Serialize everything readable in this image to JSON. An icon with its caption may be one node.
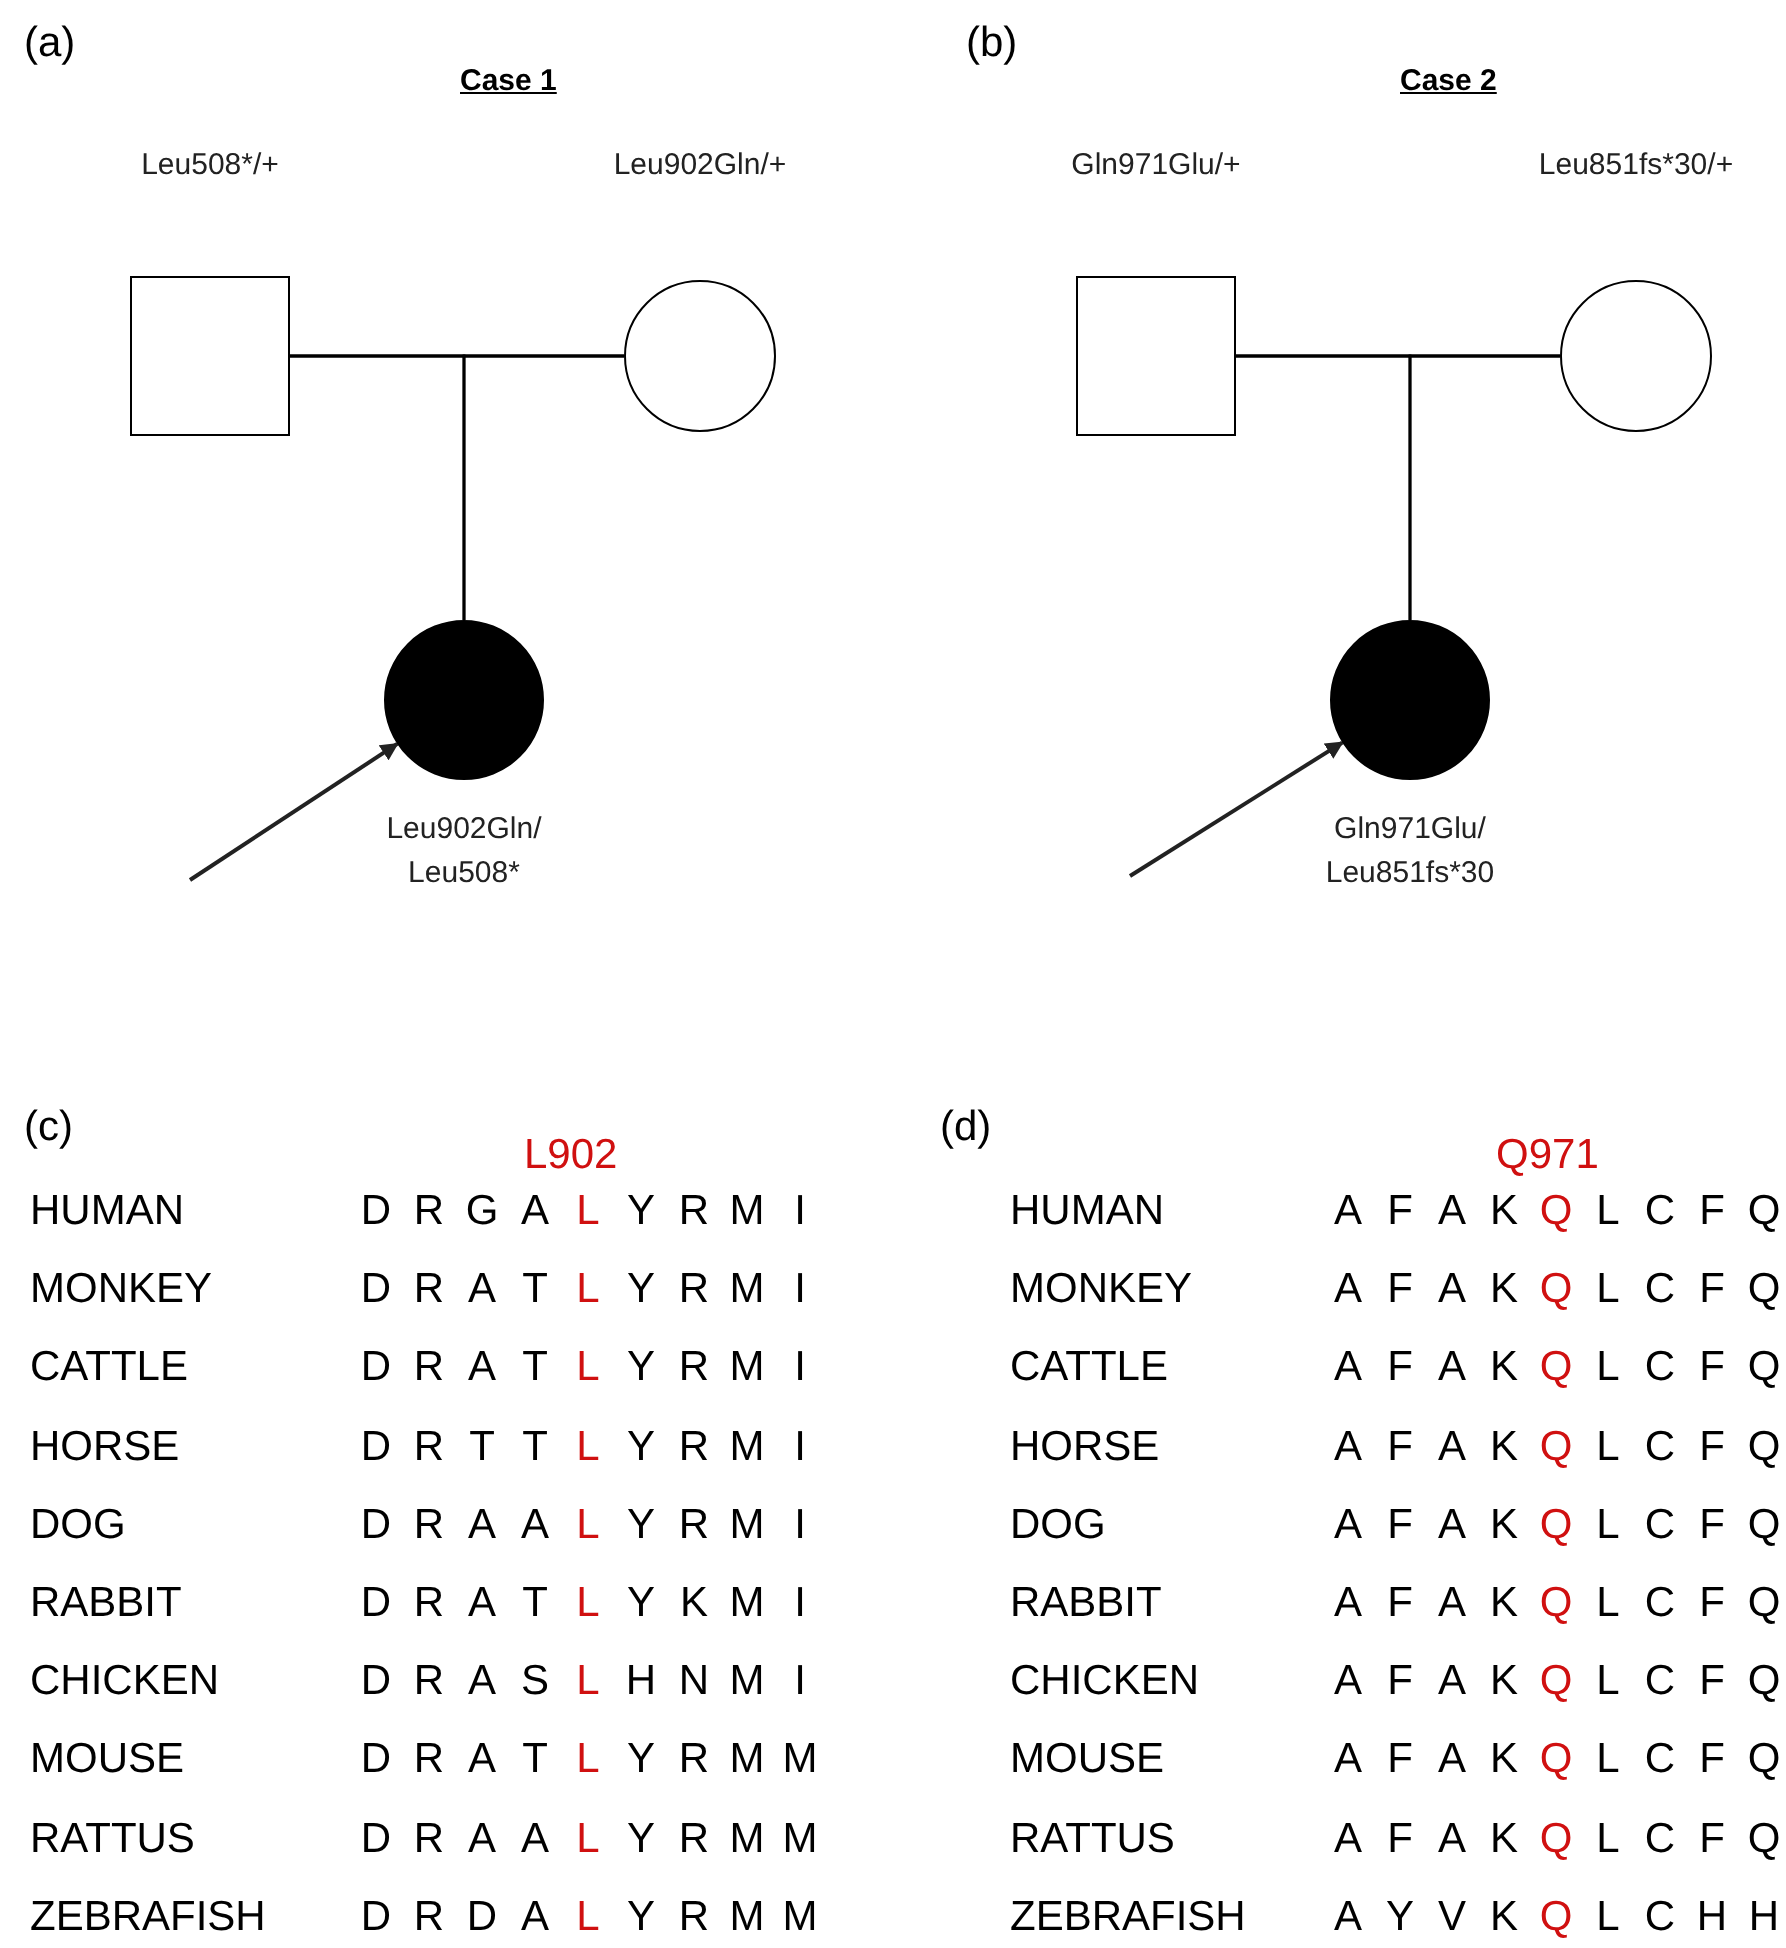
{
  "diagram": {
    "nodes": [
      {
        "text": [],
        "shape": "box",
        "beside": [
          "Leu508*/+"
        ]
      },
      {
        "text": [],
        "shape": "circle",
        "beside": [
          "Leu902Gln/+"
        ]
      },
      {
        "text": [],
        "shape": "circle",
        "beside": [
          "Leu902Gln/ Leu508*"
        ]
      },
      {
        "text": [],
        "shape": "box",
        "beside": [
          "Gln971Glu/+"
        ]
      },
      {
        "text": [],
        "shape": "circle",
        "beside": [
          "Leu851fs*30/+"
        ]
      },
      {
        "text": [],
        "shape": "circle",
        "beside": [
          "Gln971Glu/ Leu851fs*30"
        ]
      }
    ],
    "edges": [
      {
        "from": 0,
        "to": 1,
        "arrow": "none"
      },
      {
        "from": 0,
        "to": 2,
        "arrow": "none"
      },
      {
        "from": 1,
        "to": 2,
        "arrow": "none"
      },
      {
        "from": null,
        "to": 2,
        "arrow": "to"
      },
      {
        "from": 3,
        "to": 4,
        "arrow": "none"
      },
      {
        "from": 3,
        "to": 5,
        "arrow": "none"
      },
      {
        "from": 4,
        "to": 5,
        "arrow": "none"
      },
      {
        "from": null,
        "to": 5,
        "arrow": "to"
      }
    ],
    "labels": [
      "(a)",
      "Case 1",
      "(b)",
      "Case 2",
      "(c)",
      "L902",
      "(d)",
      "Q971",
      "HUMAN",
      "D",
      "R",
      "G",
      "A",
      "L",
      "Y",
      "R",
      "M",
      "I",
      "MONKEY",
      "D",
      "R",
      "A",
      "T",
      "L",
      "Y",
      "R",
      "M",
      "I",
      "CATTLE",
      "D",
      "R",
      "A",
      "T",
      "L",
      "Y",
      "R",
      "M",
      "I",
      "HORSE",
      "D",
      "R",
      "T",
      "T",
      "L",
      "Y",
      "R",
      "M",
      "I",
      "DOG",
      "D",
      "R",
      "A",
      "A",
      "L",
      "Y",
      "R",
      "M",
      "I",
      "RABBIT",
      "D",
      "R",
      "A",
      "T",
      "L",
      "Y",
      "K",
      "M",
      "I",
      "CHICKEN",
      "D",
      "R",
      "A",
      "S",
      "L",
      "H",
      "N",
      "M",
      "I",
      "MOUSE",
      "D",
      "R",
      "A",
      "T",
      "L",
      "Y",
      "R",
      "M",
      "M",
      "RATTUS",
      "D",
      "R",
      "A",
      "A",
      "L",
      "Y",
      "R",
      "M",
      "M",
      "ZEBRAFISH",
      "D",
      "R",
      "D",
      "A",
      "L",
      "Y",
      "R",
      "M",
      "M",
      "HUMAN",
      "A",
      "F",
      "A",
      "K",
      "Q",
      "L",
      "C",
      "F",
      "Q",
      "MONKEY",
      "A",
      "F",
      "A",
      "K",
      "Q",
      "L",
      "C",
      "F",
      "Q",
      "CATTLE",
      "A",
      "F",
      "A",
      "K",
      "Q",
      "L",
      "C",
      "F",
      "Q",
      "HORSE",
      "A",
      "F",
      "A",
      "K",
      "Q",
      "L",
      "C",
      "F",
      "Q",
      "DOG",
      "A",
      "F",
      "A",
      "K",
      "Q",
      "L",
      "C",
      "F",
      "Q",
      "RABBIT",
      "A",
      "F",
      "A",
      "K",
      "Q",
      "L",
      "C",
      "F",
      "Q",
      "CHICKEN",
      "A",
      "F",
      "A",
      "K",
      "Q",
      "L",
      "C",
      "F",
      "Q",
      "MOUSE",
      "A",
      "F",
      "A",
      "K",
      "Q",
      "L",
      "C",
      "F",
      "Q",
      "RATTUS",
      "A",
      "F",
      "A",
      "K",
      "Q",
      "L",
      "C",
      "F",
      "Q",
      "ZEBRAFISH",
      "A",
      "Y",
      "V",
      "K",
      "Q",
      "L",
      "C",
      "H",
      "H"
    ]
  }
}
